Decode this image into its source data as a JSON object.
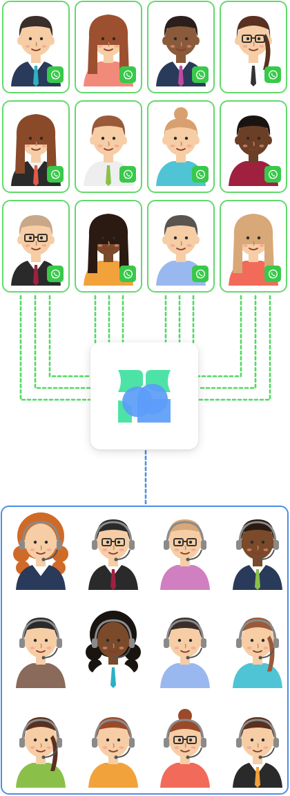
{
  "title": "",
  "icons": {
    "badge": "whatsapp-icon",
    "hub": "hub-logo-icon"
  },
  "colors": {
    "card_border": "#62d96b",
    "badge": "#38c94a",
    "connector_green": "#4fdb5f",
    "connector_blue": "#4a8fe7",
    "agents_border": "#4a8fe7",
    "logo_green": "#4de3a6",
    "logo_blue": "#5b9df9"
  },
  "contacts": [
    {
      "skin": "#f6cda5",
      "hair": "#3a2e2a",
      "style": "short",
      "shirt": "#ffffff",
      "top": "#2a3a5a",
      "acc": "#2bb1c4",
      "glasses": false
    },
    {
      "skin": "#f6cda5",
      "hair": "#9c5030",
      "style": "long",
      "shirt": "#f28a7a",
      "top": "#f28a7a",
      "acc": "",
      "glasses": false
    },
    {
      "skin": "#8a5a3a",
      "hair": "#2a1f1a",
      "style": "short",
      "shirt": "#ffffff",
      "top": "#2a3a5a",
      "acc": "#c04aa0",
      "glasses": false
    },
    {
      "skin": "#f6cda5",
      "hair": "#5a3020",
      "style": "bun",
      "shirt": "#ffffff",
      "top": "#ffffff",
      "acc": "#333333",
      "glasses": true
    },
    {
      "skin": "#f6cda5",
      "hair": "#8a4a2a",
      "style": "long",
      "shirt": "#f1f1f1",
      "top": "#2a2a2a",
      "acc": "#e05a4a",
      "glasses": false
    },
    {
      "skin": "#f6cda5",
      "hair": "#9a5a3a",
      "style": "short",
      "shirt": "#eeeeee",
      "top": "#eeeeee",
      "acc": "#8ac04a",
      "glasses": false
    },
    {
      "skin": "#f6cda5",
      "hair": "#d8a070",
      "style": "topbun",
      "shirt": "#4fc4d4",
      "top": "#4fc4d4",
      "acc": "",
      "glasses": false
    },
    {
      "skin": "#6a3f26",
      "hair": "#1a1411",
      "style": "short",
      "shirt": "#a02040",
      "top": "#a02040",
      "acc": "",
      "glasses": false
    },
    {
      "skin": "#f6cda5",
      "hair": "#c8a888",
      "style": "short",
      "shirt": "#ffffff",
      "top": "#2a2a2a",
      "acc": "#a02040",
      "glasses": true
    },
    {
      "skin": "#7a4a2a",
      "hair": "#2a1a12",
      "style": "long",
      "shirt": "#f2a23a",
      "top": "#f2a23a",
      "acc": "",
      "glasses": false
    },
    {
      "skin": "#f6cda5",
      "hair": "#5a5450",
      "style": "short",
      "shirt": "#9ab8f0",
      "top": "#9ab8f0",
      "acc": "",
      "glasses": false
    },
    {
      "skin": "#f6cda5",
      "hair": "#d8a878",
      "style": "long",
      "shirt": "#f26a5a",
      "top": "#f26a5a",
      "acc": "",
      "glasses": false
    }
  ],
  "agents": [
    {
      "skin": "#f6cda5",
      "hair": "#d06a28",
      "style": "curly",
      "shirt": "#ffffff",
      "top": "#2a3a5a",
      "acc": "",
      "glasses": false
    },
    {
      "skin": "#f6cda5",
      "hair": "#2a2a2a",
      "style": "short",
      "shirt": "#ffffff",
      "top": "#2a2a2a",
      "acc": "#a02040",
      "glasses": true
    },
    {
      "skin": "#f6cda5",
      "hair": "#d8a878",
      "style": "short",
      "shirt": "#d080c0",
      "top": "#d080c0",
      "acc": "",
      "glasses": true
    },
    {
      "skin": "#7a4a2a",
      "hair": "#2a1a12",
      "style": "short",
      "shirt": "#ffffff",
      "top": "#2a3a5a",
      "acc": "#8ac04a",
      "glasses": false
    },
    {
      "skin": "#f6cda5",
      "hair": "#2a2a2a",
      "style": "short",
      "shirt": "#8a6a5a",
      "top": "#8a6a5a",
      "acc": "",
      "glasses": false
    },
    {
      "skin": "#7a4a2a",
      "hair": "#1a1411",
      "style": "curly",
      "shirt": "#ffffff",
      "top": "#ffffff",
      "acc": "#2bb1c4",
      "glasses": false
    },
    {
      "skin": "#f6cda5",
      "hair": "#3a2e2a",
      "style": "short",
      "shirt": "#9ab8f0",
      "top": "#9ab8f0",
      "acc": "",
      "glasses": false
    },
    {
      "skin": "#f6cda5",
      "hair": "#9a5a3a",
      "style": "bun",
      "shirt": "#4fc4d4",
      "top": "#4fc4d4",
      "acc": "",
      "glasses": false
    },
    {
      "skin": "#f6cda5",
      "hair": "#5a3020",
      "style": "bun",
      "shirt": "#8ac04a",
      "top": "#8ac04a",
      "acc": "",
      "glasses": false
    },
    {
      "skin": "#f6cda5",
      "hair": "#9a4a2a",
      "style": "short",
      "shirt": "#f2a23a",
      "top": "#f2a23a",
      "acc": "",
      "glasses": false
    },
    {
      "skin": "#f6cda5",
      "hair": "#9a4a2a",
      "style": "topbun",
      "shirt": "#f26a5a",
      "top": "#f26a5a",
      "acc": "",
      "glasses": true
    },
    {
      "skin": "#f6cda5",
      "hair": "#5a3020",
      "style": "short",
      "shirt": "#ffffff",
      "top": "#2a2a2a",
      "acc": "#f2a23a",
      "glasses": false
    }
  ]
}
